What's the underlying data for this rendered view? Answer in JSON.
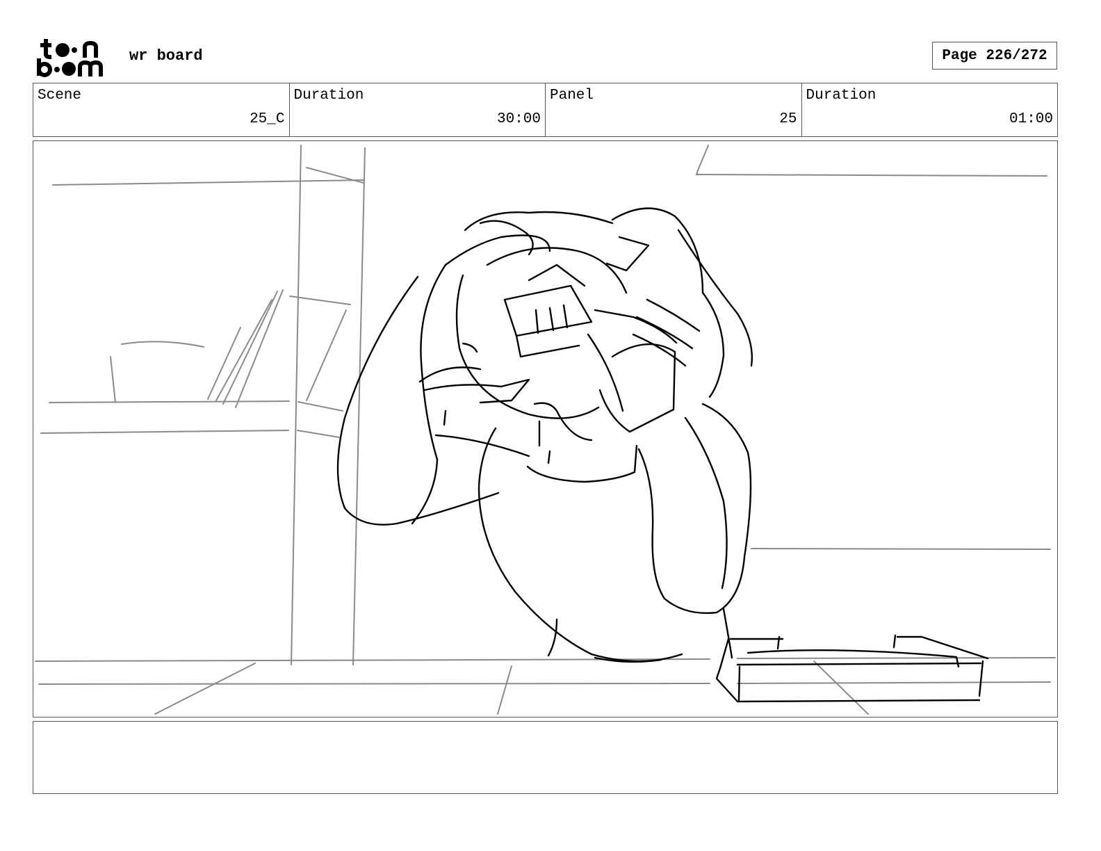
{
  "header": {
    "logo_alt": "toon boom",
    "board_title": "wr board",
    "page_label": "Page 226/272"
  },
  "info": {
    "scene_label": "Scene",
    "scene_value": "25_C",
    "scene_duration_label": "Duration",
    "scene_duration_value": "30:00",
    "panel_label": "Panel",
    "panel_value": "25",
    "panel_duration_label": "Duration",
    "panel_duration_value": "01:00"
  },
  "notes": {
    "text": ""
  }
}
